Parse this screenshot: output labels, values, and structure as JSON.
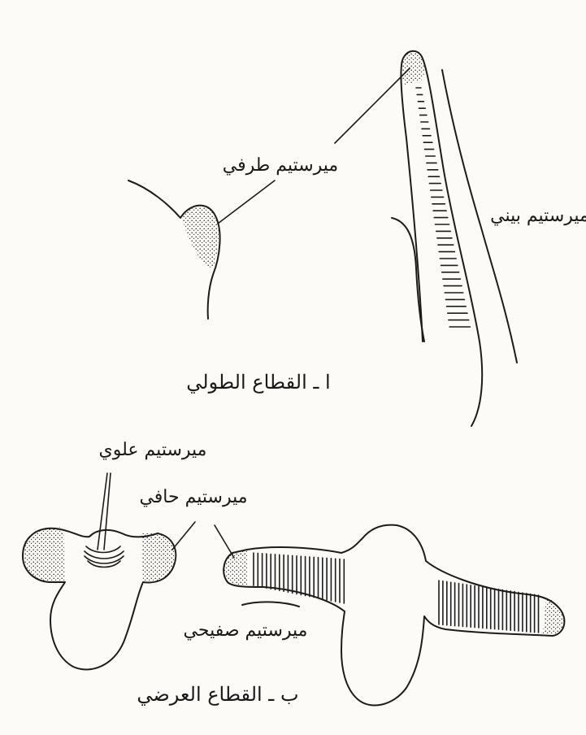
{
  "labels": {
    "apical_meristem": "ميرستيم طرفي",
    "intercalary_meristem": "ميرستيم بيني",
    "longitudinal_section": "ا ـ القطاع الطولي",
    "upper_meristem": "ميرستيم علوي",
    "marginal_meristem": "ميرستيم حافي",
    "plate_meristem": "ميرستيم صفيحي",
    "cross_section": "ب ـ القطاع العرضي"
  }
}
